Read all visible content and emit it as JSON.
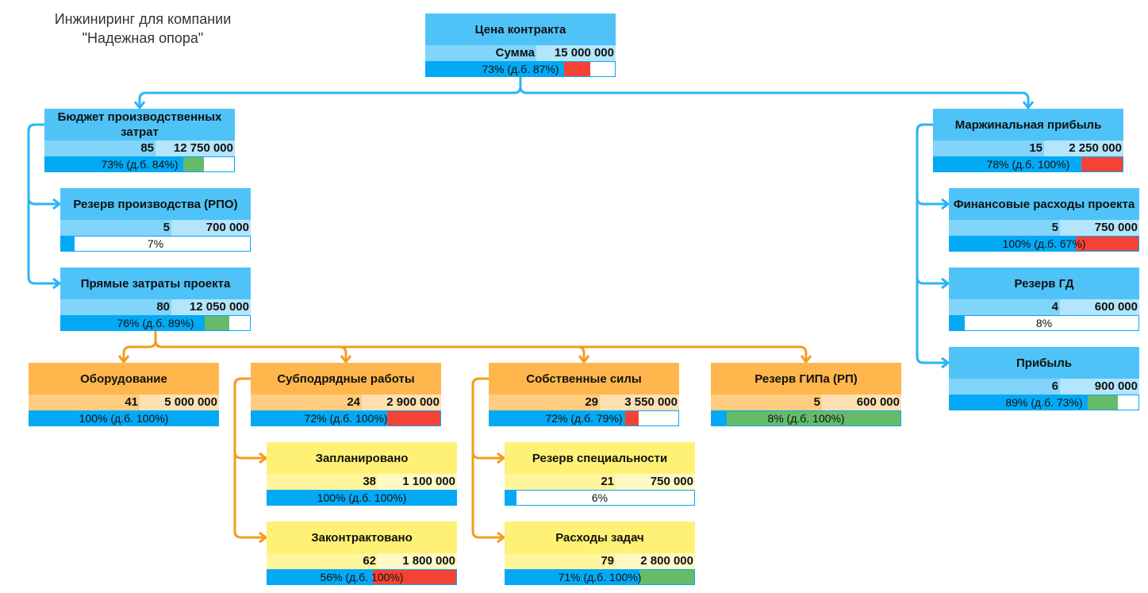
{
  "title_line1": "Инжиниринг для компании",
  "title_line2": "\"Надежная опора\"",
  "colors": {
    "blue_link": "#29b6f6",
    "orange_link": "#f39c1e",
    "progress": "#03a9f4",
    "over": "#f44336",
    "under": "#66bb6a"
  },
  "nodes": {
    "contract": {
      "title": "Цена контракта",
      "count": "Сумма",
      "amount": "15 000 000",
      "bar_text": "73% (д.б. 87%)",
      "pct": 73,
      "target": 87
    },
    "prod_budget": {
      "title": "Бюджет производственных затрат",
      "count": "85",
      "amount": "12 750 000",
      "bar_text": "73% (д.б. 84%)",
      "pct": 73,
      "target": 84
    },
    "prod_reserve": {
      "title": "Резерв производства (РПО)",
      "count": "5",
      "amount": "700 000",
      "bar_text": "7%",
      "pct": 7
    },
    "direct_costs": {
      "title": "Прямые затраты проекта",
      "count": "80",
      "amount": "12 050 000",
      "bar_text": "76% (д.б. 89%)",
      "pct": 76,
      "target": 89
    },
    "margin": {
      "title": "Маржинальная прибыль",
      "count": "15",
      "amount": "2 250 000",
      "bar_text": "78% (д.б. 100%)",
      "pct": 78,
      "target": 100
    },
    "fin_costs": {
      "title": "Финансовые расходы проекта",
      "count": "5",
      "amount": "750 000",
      "bar_text": "100% (д.б. 67%)",
      "pct": 100,
      "target": 67
    },
    "gd_reserve": {
      "title": "Резерв ГД",
      "count": "4",
      "amount": "600 000",
      "bar_text": "8%",
      "pct": 8
    },
    "profit": {
      "title": "Прибыль",
      "count": "6",
      "amount": "900 000",
      "bar_text": "89% (д.б. 73%)",
      "pct": 89,
      "target": 73
    },
    "equipment": {
      "title": "Оборудование",
      "count": "41",
      "amount": "5 000 000",
      "bar_text": "100% (д.б. 100%)",
      "pct": 100,
      "target": 100
    },
    "subcontract": {
      "title": "Субподрядные работы",
      "count": "24",
      "amount": "2 900 000",
      "bar_text": "72% (д.б. 100%)",
      "pct": 72,
      "target": 100
    },
    "own_forces": {
      "title": "Собственные силы",
      "count": "29",
      "amount": "3 550 000",
      "bar_text": "72% (д.б. 79%)",
      "pct": 72,
      "target": 79
    },
    "gip_reserve": {
      "title": "Резерв ГИПа (РП)",
      "count": "5",
      "amount": "600 000",
      "bar_text": "8% (д.б. 100%)",
      "pct": 8,
      "target": 100
    },
    "planned": {
      "title": "Запланировано",
      "count": "38",
      "amount": "1 100 000",
      "bar_text": "100% (д.б. 100%)",
      "pct": 100,
      "target": 100
    },
    "contracted": {
      "title": "Законтрактовано",
      "count": "62",
      "amount": "1 800 000",
      "bar_text": "56% (д.б. 100%)",
      "pct": 56,
      "target": 100
    },
    "spec_reserve": {
      "title": "Резерв специальности",
      "count": "21",
      "amount": "750 000",
      "bar_text": "6%",
      "pct": 6
    },
    "task_costs": {
      "title": "Расходы задач",
      "count": "79",
      "amount": "2 800 000",
      "bar_text": "71% (д.б. 100%)",
      "pct": 71,
      "target": 100
    }
  },
  "edges": [
    {
      "from": "contract",
      "to": "prod_budget",
      "type": "tree"
    },
    {
      "from": "contract",
      "to": "margin",
      "type": "tree"
    },
    {
      "from": "prod_budget",
      "to": "prod_reserve",
      "type": "side"
    },
    {
      "from": "prod_budget",
      "to": "direct_costs",
      "type": "side"
    },
    {
      "from": "margin",
      "to": "fin_costs",
      "type": "side"
    },
    {
      "from": "margin",
      "to": "gd_reserve",
      "type": "side"
    },
    {
      "from": "margin",
      "to": "profit",
      "type": "side"
    },
    {
      "from": "direct_costs",
      "to": "equipment",
      "type": "tree"
    },
    {
      "from": "direct_costs",
      "to": "subcontract",
      "type": "tree"
    },
    {
      "from": "direct_costs",
      "to": "own_forces",
      "type": "tree"
    },
    {
      "from": "direct_costs",
      "to": "gip_reserve",
      "type": "tree"
    },
    {
      "from": "subcontract",
      "to": "planned",
      "type": "side"
    },
    {
      "from": "subcontract",
      "to": "contracted",
      "type": "side"
    },
    {
      "from": "own_forces",
      "to": "spec_reserve",
      "type": "side"
    },
    {
      "from": "own_forces",
      "to": "task_costs",
      "type": "side"
    }
  ]
}
